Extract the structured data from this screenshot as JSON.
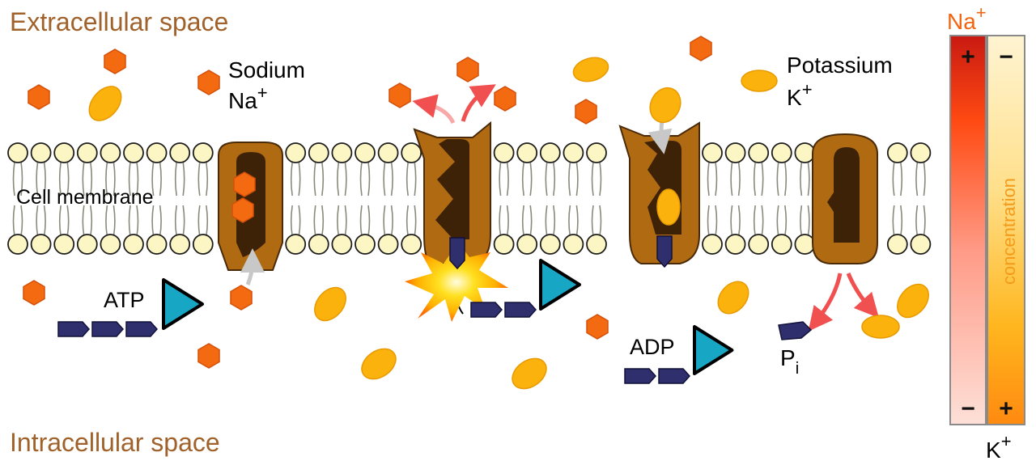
{
  "labels": {
    "extracellular": "Extracellular space",
    "intracellular": "Intracellular space",
    "membrane": "Cell membrane",
    "sodium_word": "Sodium",
    "sodium_symbol": "Na",
    "potassium_word": "Potassium",
    "potassium_symbol": "K",
    "plus": "+",
    "atp": "ATP",
    "adp": "ADP",
    "pi_main": "P",
    "pi_sub": "i",
    "na_bar_title": "Na",
    "k_bar_title": "K",
    "na_bar_top_sign": "+",
    "na_bar_bottom_sign": "−",
    "k_bar_top_sign": "−",
    "k_bar_bottom_sign": "+",
    "concentration": "concentration"
  },
  "colors": {
    "region_text": "#a0622a",
    "sodium_fill": "#f36a10",
    "sodium_stroke": "#d4500a",
    "potassium_fill": "#fbb20c",
    "potassium_stroke": "#e89a00",
    "pump_outer": "#b06b12",
    "pump_inner": "#3d2207",
    "phosphate": "#2f2f6e",
    "adenosine": "#17a7c4",
    "lipid_head": "#fcf5c4",
    "na_title": "#f26510",
    "arrow_red": "#f05050",
    "arrow_gray": "#c8c8c8"
  },
  "icons": [
    "sodium-ion-icon",
    "potassium-ion-icon",
    "phosphate-icon",
    "adenosine-icon",
    "energy-burst-icon"
  ]
}
